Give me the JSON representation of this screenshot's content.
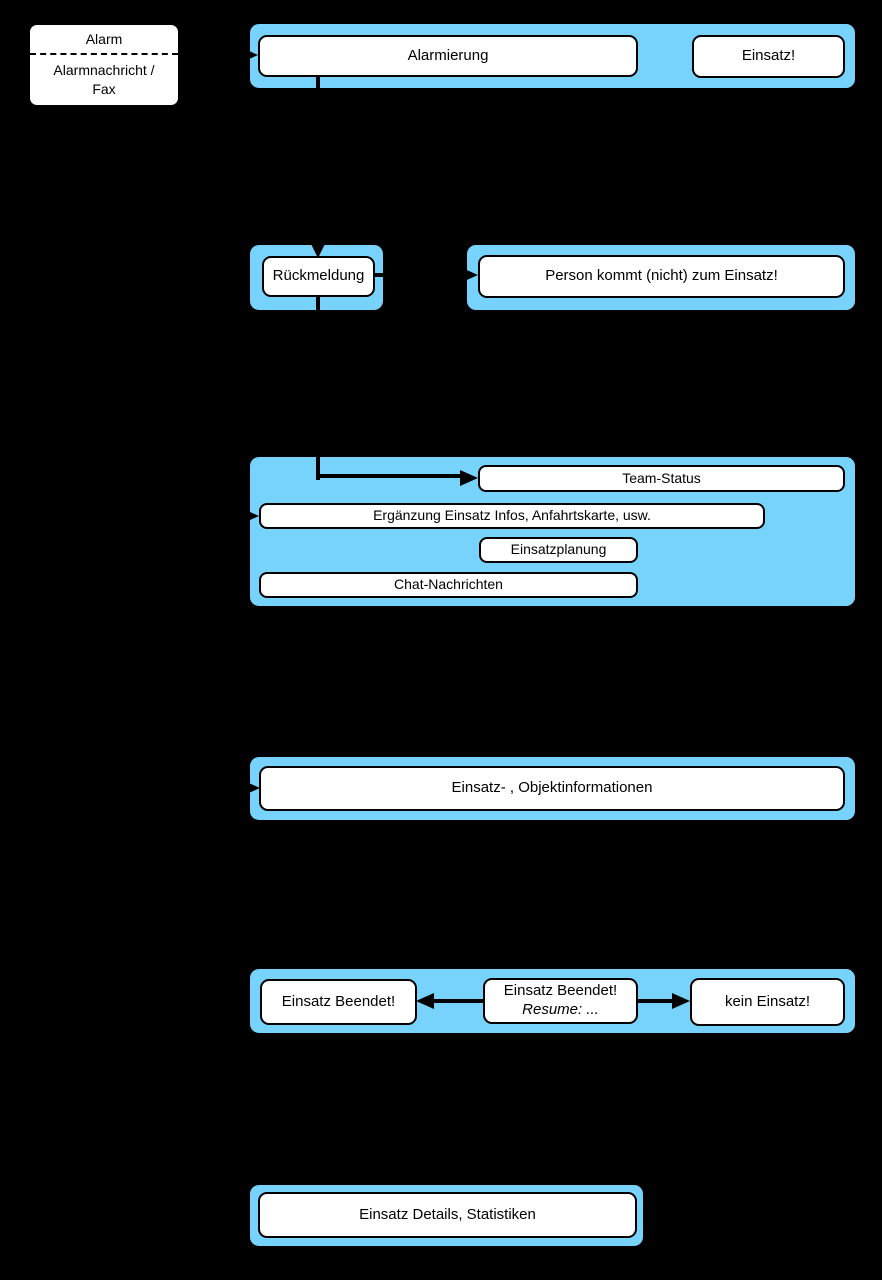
{
  "colors": {
    "background": "#000000",
    "container_fill": "#77D3FB",
    "connector": "#000000",
    "box_fill": "#ffffff",
    "box_border": "#000000"
  },
  "alarm_note": {
    "title": "Alarm",
    "subtitle_line1": "Alarmnachricht /",
    "subtitle_line2": "Fax"
  },
  "alarm_phase": {
    "alarmierung": "Alarmierung",
    "einsatz": "Einsatz!"
  },
  "rueckmeldung_phase": {
    "rueckmeldung": "Rückmeldung",
    "person": "Person kommt (nicht) zum Einsatz!"
  },
  "info_phase": {
    "team_status": "Team-Status",
    "ergaenzung": "Ergänzung Einsatz Infos, Anfahrtskarte, usw.",
    "einsatzplanung": "Einsatzplanung",
    "chat": "Chat-Nachrichten"
  },
  "objekt_phase": {
    "objektinfo": "Einsatz- , Objektinformationen"
  },
  "ende_phase": {
    "beendet_left": "Einsatz Beendet!",
    "beendet_mid_line1": "Einsatz Beendet!",
    "beendet_mid_line2": "Resume: ...",
    "kein_einsatz": "kein Einsatz!"
  },
  "statistik_phase": {
    "details": "Einsatz Details, Statistiken"
  }
}
